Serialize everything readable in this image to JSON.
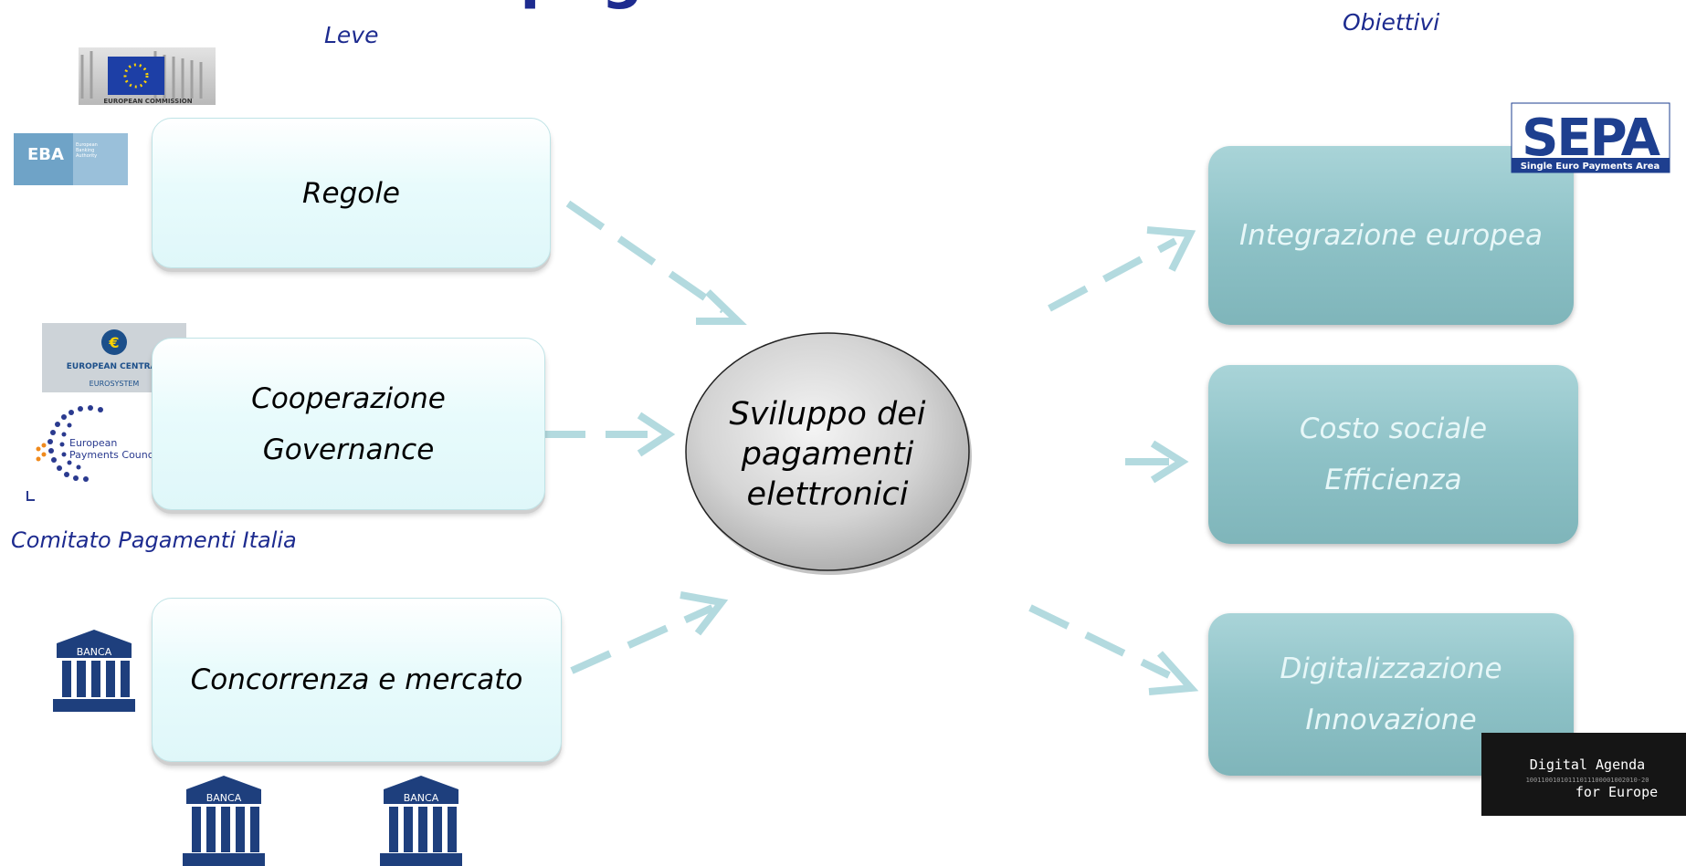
{
  "title": "pagamenti elettronici",
  "headers": {
    "levers": "Leve",
    "goals": "Obiettivi"
  },
  "levers": [
    {
      "lines": [
        "Regole"
      ]
    },
    {
      "lines": [
        "Cooperazione",
        "Governance"
      ]
    },
    {
      "lines": [
        "Concorrenza e mercato"
      ]
    }
  ],
  "center": {
    "lines": [
      "Sviluppo dei",
      "pagamenti",
      "elettronici"
    ]
  },
  "goals": [
    {
      "lines": [
        "Integrazione europea"
      ]
    },
    {
      "lines": [
        "Costo sociale",
        "Efficienza"
      ]
    },
    {
      "lines": [
        "Digitalizzazione",
        "Innovazione"
      ]
    }
  ],
  "committee_label": "Comitato Pagamenti Italia",
  "logos": {
    "ec": "EUROPEAN COMMISSION",
    "eba": {
      "short": "EBA",
      "text": [
        "European",
        "Banking",
        "Authority"
      ]
    },
    "ecb": {
      "line1": "EUROPEAN CENTRAL",
      "line2": "EUROSYSTEM"
    },
    "epc": {
      "line1": "European",
      "line2": "Payments Counc"
    },
    "bank": "BANCA",
    "sepa": {
      "mark": "SEPA",
      "text": "Single Euro Payments Area"
    },
    "digital_agenda": {
      "line1": "Digital Agenda",
      "bits": "10011001010111011100001002010-20",
      "line2": "for Europe"
    }
  },
  "colors": {
    "title": "#1d2b8f",
    "arrow": "#b3dadf",
    "lever_fill": "#e6fafb",
    "goal_fill": "#8ec2c7",
    "goal_text": "#e7f7f8",
    "ellipse_fill": "#bdbdbd"
  }
}
